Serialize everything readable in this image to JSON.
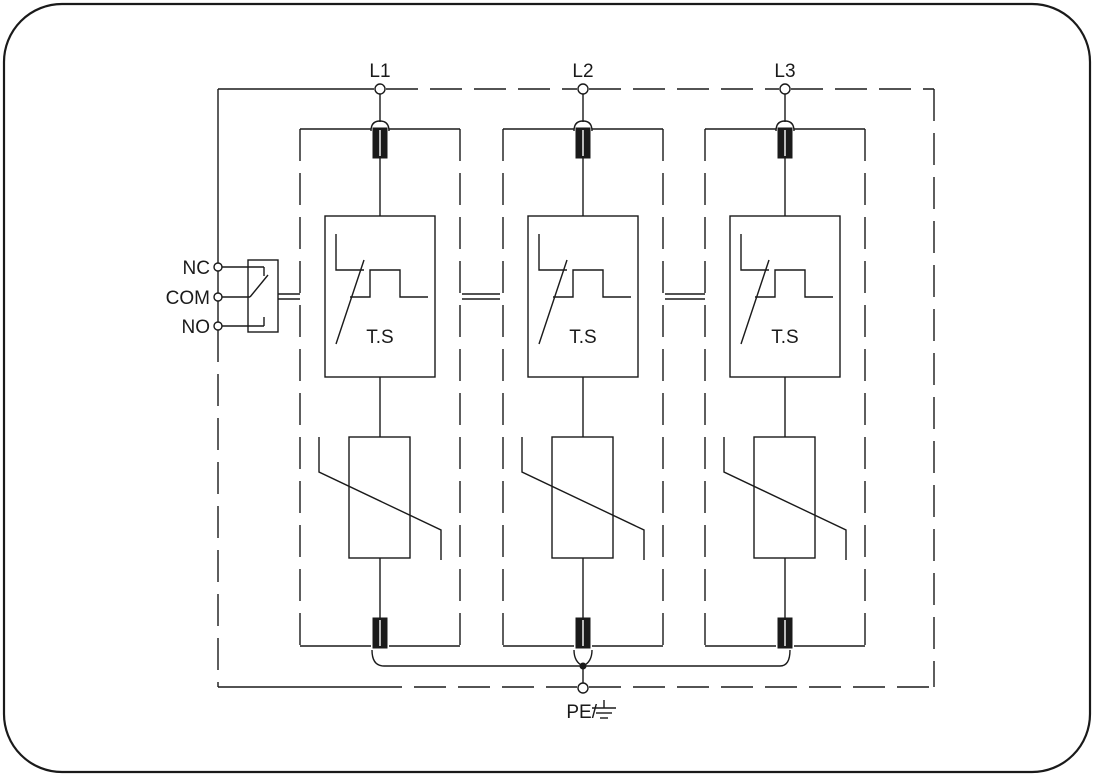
{
  "phases": [
    {
      "label": "L1",
      "module_label": "T.S"
    },
    {
      "label": "L2",
      "module_label": "T.S"
    },
    {
      "label": "L3",
      "module_label": "T.S"
    }
  ],
  "contacts": {
    "nc": "NC",
    "com": "COM",
    "no": "NO"
  },
  "ground": {
    "label": "PE/"
  },
  "colors": {
    "line": "#1a1a1a",
    "background": "#ffffff"
  }
}
